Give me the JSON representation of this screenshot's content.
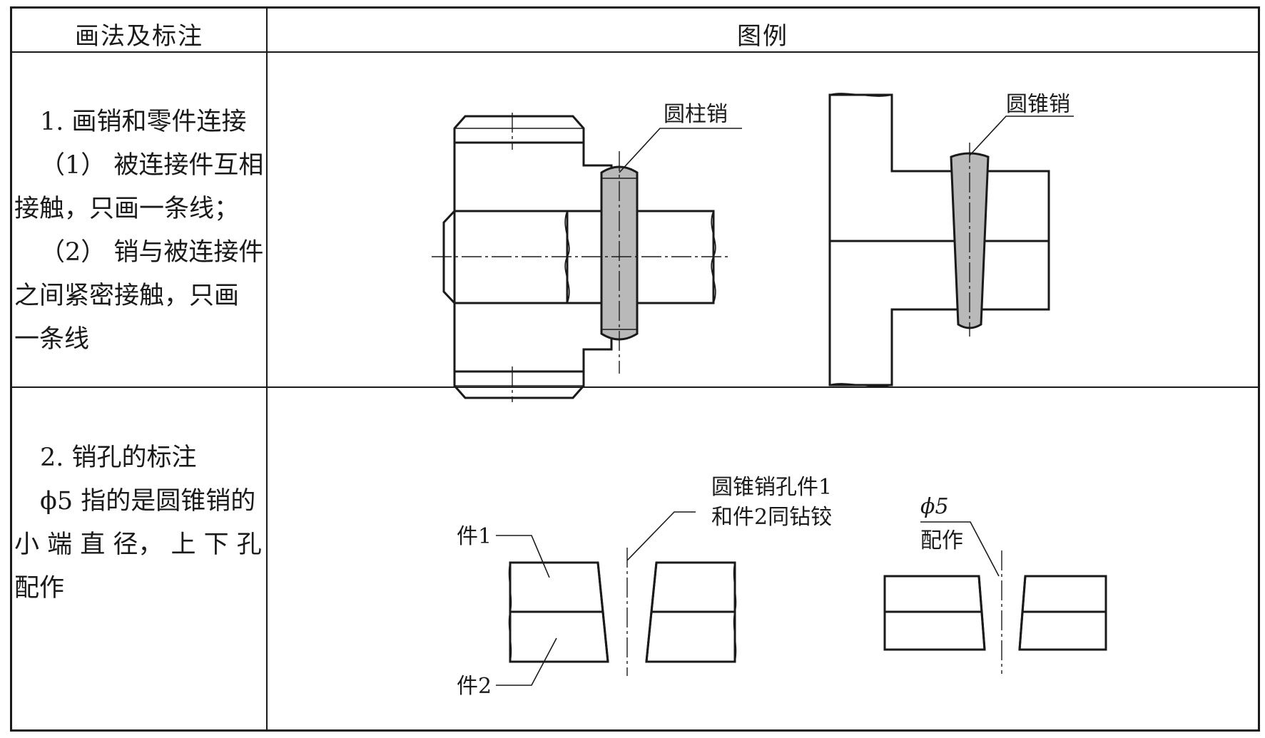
{
  "table": {
    "headers": [
      "画法及标注",
      "图例"
    ],
    "rows": [
      {
        "lines": [
          "1. 画销和零件连接",
          "（1） 被连接件互相",
          "接触，只画一条线；",
          "（2） 销与被连接件",
          "之间紧密接触，只画",
          "一条线"
        ]
      },
      {
        "lines": [
          "2. 销孔的标注",
          "ϕ5 指的是圆锥销的",
          "小 端 直 径， 上 下 孔",
          "配作"
        ]
      }
    ]
  },
  "figure1": {
    "label_left": "圆柱销",
    "label_right": "圆锥销"
  },
  "figure2": {
    "label_part1": "件1",
    "label_part2": "件2",
    "label_note_line1": "圆锥销孔件1",
    "label_note_line2": "和件2同钻铰",
    "label_dim": "ϕ5",
    "label_fit": "配作"
  },
  "colors": {
    "pin_fill": "#b9b9b9",
    "line": "#1a1a1a"
  }
}
